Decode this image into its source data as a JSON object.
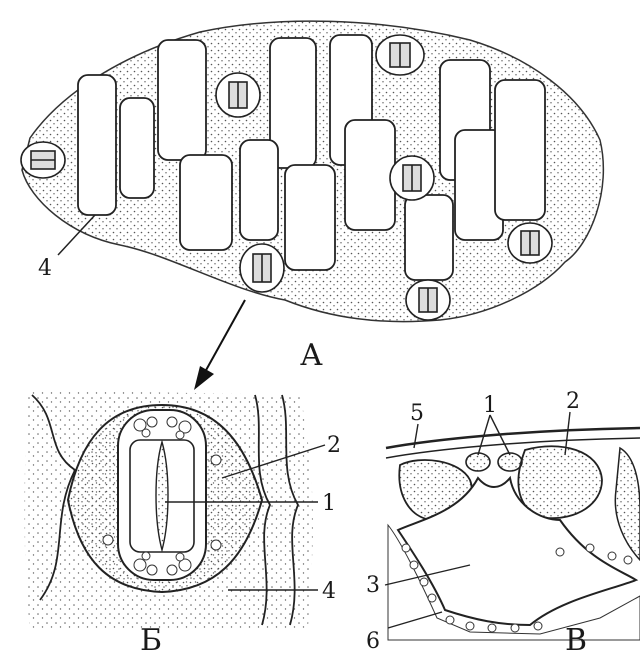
{
  "panels": {
    "top": {
      "letter": "А"
    },
    "bottom_left": {
      "letter": "Б"
    },
    "bottom_right": {
      "letter": "В"
    }
  },
  "labels_top": {
    "n4": "4"
  },
  "labels_bottom_left": {
    "n2": "2",
    "n1": "1",
    "n4": "4"
  },
  "labels_bottom_right": {
    "n5": "5",
    "n1": "1",
    "n2": "2",
    "n3": "3",
    "n6": "6"
  },
  "colors": {
    "ink": "#1a1a1a",
    "paper": "#ffffff",
    "stipple": "#444444"
  }
}
